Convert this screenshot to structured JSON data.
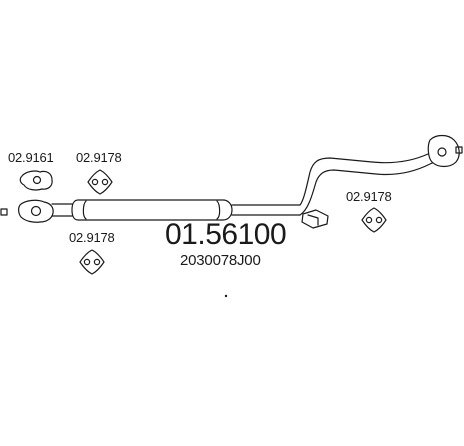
{
  "diagram": {
    "main_part_number": "01.56100",
    "oem_reference": "2030078J00",
    "labels": {
      "gasket_left": "02.9161",
      "mount_top": "02.9178",
      "mount_bottom": "02.9178",
      "mount_right": "02.9178"
    }
  }
}
